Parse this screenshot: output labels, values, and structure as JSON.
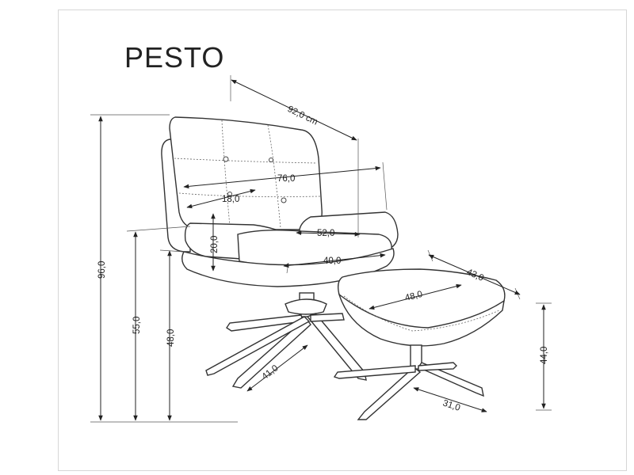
{
  "title": "PESTO",
  "dimensions": {
    "depth_total": "92,0 cm",
    "backrest_width": "76,0",
    "armrest": "18,0",
    "seat_depth": "52,0",
    "seat_width": "40,0",
    "armrest_height": "20,0",
    "total_height": "96,0",
    "armrest_floor_height": "55,0",
    "seat_height": "48,0",
    "base_radius": "41,0",
    "stool_width": "43,0",
    "stool_depth": "48,0",
    "stool_height": "44,0",
    "stool_base": "31,0"
  }
}
